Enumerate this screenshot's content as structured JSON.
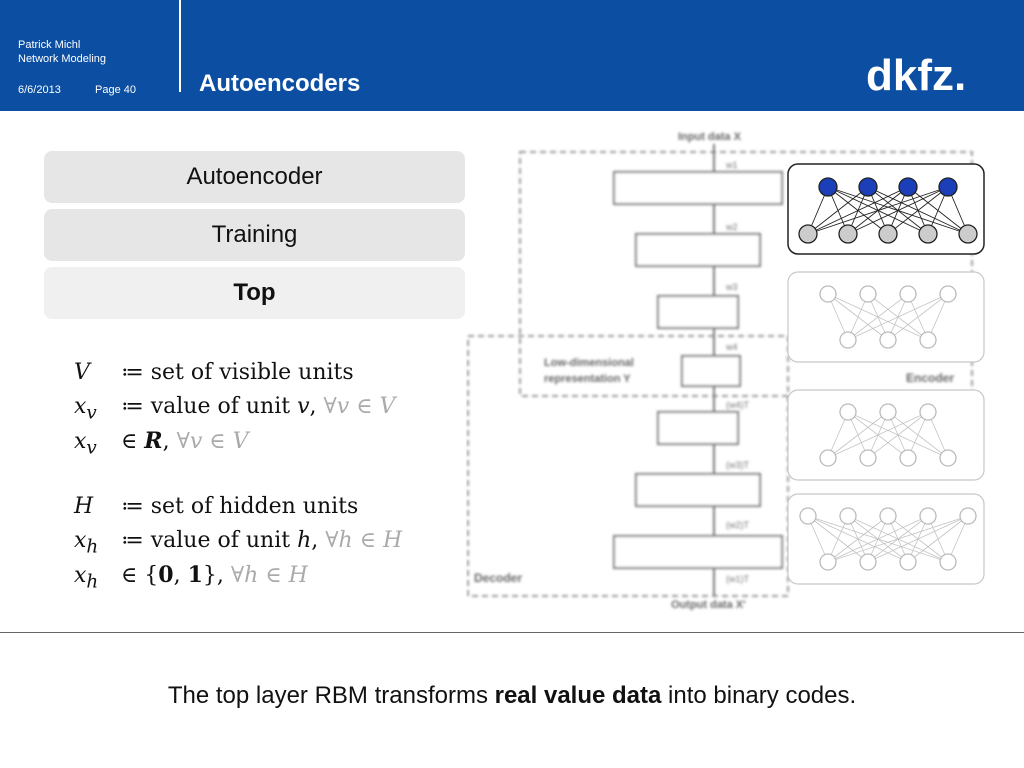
{
  "header": {
    "author": "Patrick Michl",
    "subtitle": "Network Modeling",
    "date": "6/6/2013",
    "page": "Page 40",
    "title": "Autoencoders",
    "logo_text": "dkfz."
  },
  "nav": {
    "items": [
      {
        "label": "Autoencoder",
        "active": false
      },
      {
        "label": "Training",
        "active": false
      },
      {
        "label": "Top",
        "active": true
      }
    ]
  },
  "definitions": {
    "lines": [
      {
        "symbol": "V",
        "operator": "≔",
        "text": "set of visible units",
        "quant": ""
      },
      {
        "symbol": "x_v",
        "operator": "≔",
        "text": "value of unit v,",
        "quant": "∀v ∈ V"
      },
      {
        "symbol": "x_v",
        "operator": "∈",
        "text": "R,",
        "quant": "∀v ∈ V"
      },
      {
        "symbol": "H",
        "operator": "≔",
        "text": "set of hidden units",
        "quant": ""
      },
      {
        "symbol": "x_h",
        "operator": "≔",
        "text": "value of unit h,",
        "quant": "∀h ∈ H"
      },
      {
        "symbol": "x_h",
        "operator": "∈",
        "text": "{0, 1},",
        "quant": "∀h ∈ H"
      }
    ]
  },
  "diagram": {
    "input_label": "Input data X",
    "output_label": "Output data X'",
    "low_dim_label_1": "Low-dimensional",
    "low_dim_label_2": "representation Y",
    "encoder_label": "Encoder",
    "decoder_label": "Decoder",
    "weights": [
      "w1",
      "w2",
      "w3",
      "w4",
      "(w4)T",
      "(w3)T",
      "(w2)T",
      "(w1)T"
    ],
    "colors": {
      "highlight_hidden": "#1a3fb8",
      "visible": "#cccccc",
      "faded": "#bbbbbb"
    }
  },
  "caption": {
    "before": "The top layer RBM transforms ",
    "bold": "real value data",
    "after": " into binary codes."
  }
}
